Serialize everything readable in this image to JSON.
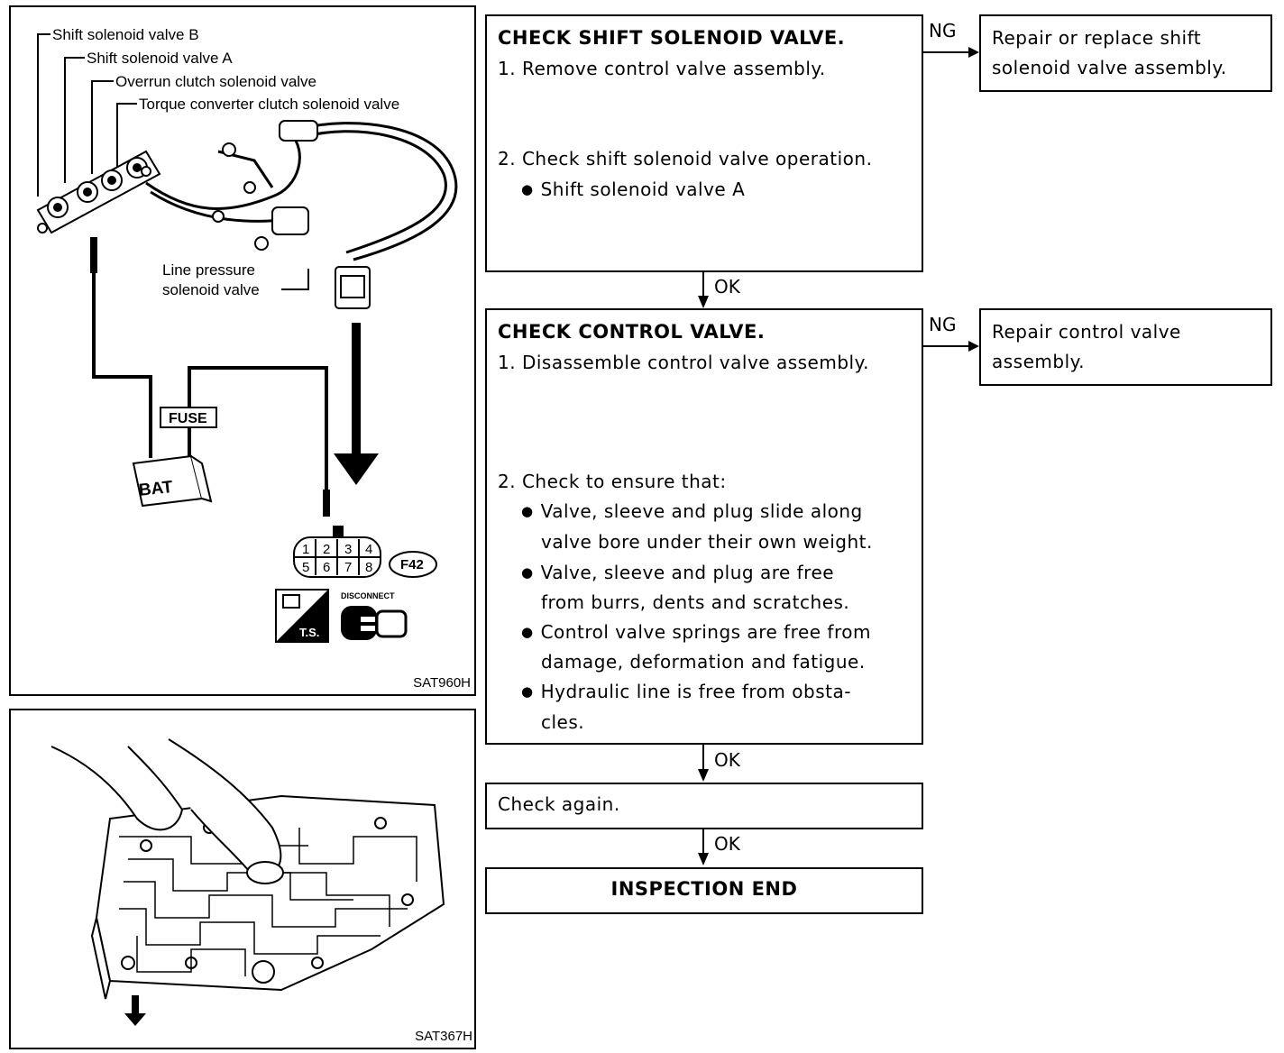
{
  "figure_top": {
    "callouts": {
      "valve_b": "Shift solenoid valve B",
      "valve_a": "Shift solenoid valve A",
      "overrun": "Overrun clutch solenoid valve",
      "torque": "Torque converter clutch solenoid valve",
      "line_pressure_1": "Line pressure",
      "line_pressure_2": "solenoid valve"
    },
    "fuse": "FUSE",
    "bat": "BAT",
    "connector_pins_top": [
      "1",
      "2",
      "3",
      "4"
    ],
    "connector_pins_bottom": [
      "5",
      "6",
      "7",
      "8"
    ],
    "connector_id": "F42",
    "ts_label": "T.S.",
    "disconnect_label": "DISCONNECT",
    "code": "SAT960H"
  },
  "figure_bottom": {
    "code": "SAT367H"
  },
  "flow": {
    "step1": {
      "title": "CHECK SHIFT SOLENOID VALVE.",
      "item1": "1. Remove control valve assembly.",
      "item2": "2. Check shift solenoid valve operation.",
      "bullet1": "Shift solenoid valve A"
    },
    "step1_ng_label": "NG",
    "step1_ng_action_1": "Repair or replace shift",
    "step1_ng_action_2": "solenoid valve assembly.",
    "ok_label_1": "OK",
    "step2": {
      "title": "CHECK CONTROL VALVE.",
      "item1": "1. Disassemble control valve assembly.",
      "item2": "2. Check to ensure that:",
      "bullet1_a": "Valve, sleeve and plug slide along",
      "bullet1_b": "valve bore under their own weight.",
      "bullet2_a": "Valve, sleeve and plug are free",
      "bullet2_b": "from burrs, dents and scratches.",
      "bullet3_a": "Control valve springs are free from",
      "bullet3_b": "damage, deformation and fatigue.",
      "bullet4_a": "Hydraulic line is free from obsta-",
      "bullet4_b": "cles."
    },
    "step2_ng_label": "NG",
    "step2_ng_action_1": "Repair control valve",
    "step2_ng_action_2": "assembly.",
    "ok_label_2": "OK",
    "check_again": "Check again.",
    "ok_label_3": "OK",
    "end": "INSPECTION END"
  }
}
